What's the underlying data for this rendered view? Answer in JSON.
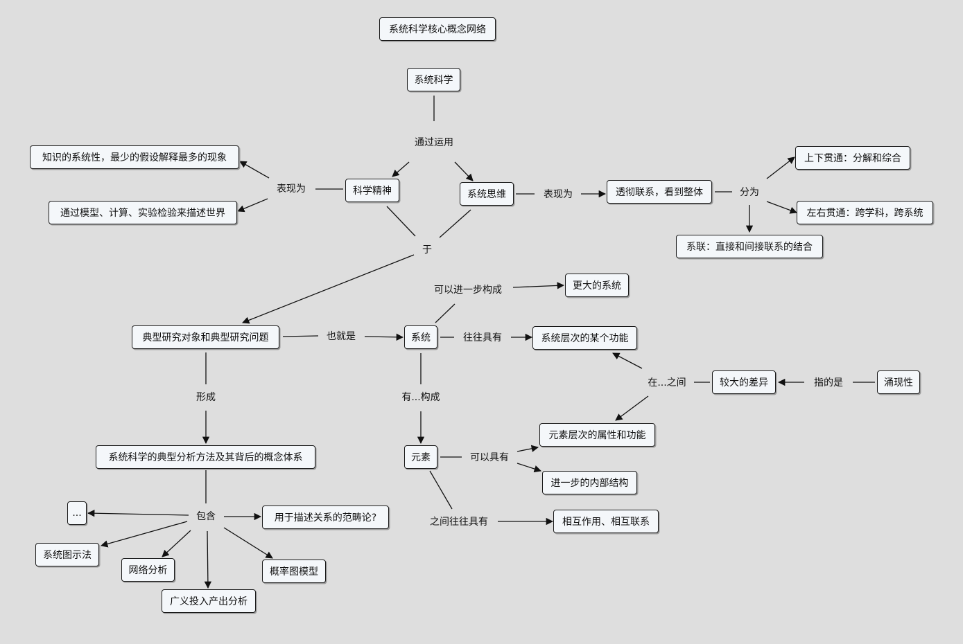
{
  "title": "系统科学核心概念网络",
  "nodes": {
    "system_science": "系统科学",
    "scientific_spirit": "科学精神",
    "systems_thinking": "系统思维",
    "knowledge_systematic": "知识的系统性，最少的假设解释最多的现象",
    "model_compute": "通过模型、计算、实验检验来描述世界",
    "thorough_connection": "透彻联系，看到整体",
    "top_down": "上下贯通：分解和综合",
    "left_right": "左右贯通：跨学科，跨系统",
    "system_link": "系联：直接和间接联系的结合",
    "larger_system": "更大的系统",
    "typical_research": "典型研究对象和典型研究问题",
    "system": "系统",
    "system_level_function": "系统层次的某个功能",
    "large_difference": "较大的差异",
    "emergence": "涌现性",
    "element_level": "元素层次的属性和功能",
    "internal_structure": "进一步的内部结构",
    "element": "元素",
    "interaction": "相互作用、相互联系",
    "methods_system": "系统科学的典型分析方法及其背后的概念体系",
    "ellipsis": "...",
    "category_theory": "用于描述关系的范畴论?",
    "system_diagram": "系统图示法",
    "network_analysis": "网络分析",
    "prob_graph": "概率图模型",
    "io_analysis": "广义投入产出分析"
  },
  "labels": {
    "through_using": "通过运用",
    "manifest_left": "表现为",
    "manifest_right": "表现为",
    "divided_into": "分为",
    "yu": "于",
    "can_form": "可以进一步构成",
    "that_is": "也就是",
    "often_have": "往往具有",
    "between": "在...之间",
    "refers_to": "指的是",
    "has_formed_by": "有...构成",
    "can_have": "可以具有",
    "between_often": "之间往往具有",
    "forms": "形成",
    "includes": "包含"
  }
}
